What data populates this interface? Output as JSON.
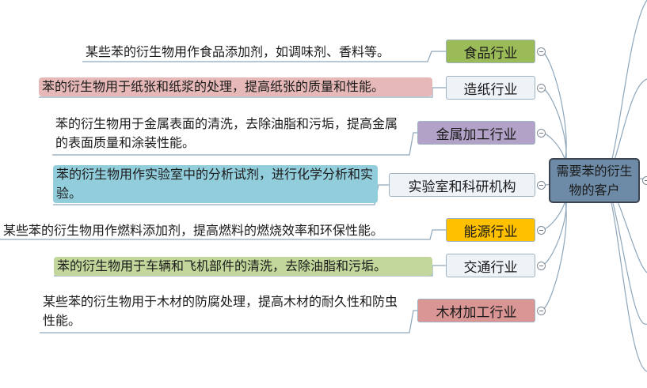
{
  "root": {
    "label": "需要苯的衍生物的客户"
  },
  "branches": [
    {
      "label": "食品行业",
      "color": "#9bbb59",
      "leaf": "某些苯的衍生物用作食品添加剂，如调味剂、香料等。",
      "leaf_bg": ""
    },
    {
      "label": "造纸行业",
      "color": "#eef3f8",
      "leaf": "苯的衍生物用于纸张和纸浆的处理，提高纸张的质量和性能。",
      "leaf_bg": "#e6b9b8"
    },
    {
      "label": "金属加工行业",
      "color": "#b2a2c7",
      "leaf": "苯的衍生物用于金属表面的清洗，去除油脂和污垢，提高金属的表面质量和涂装性能。",
      "leaf_bg": ""
    },
    {
      "label": "实验室和科研机构",
      "color": "#eef3f8",
      "leaf": "苯的衍生物用作实验室中的分析试剂，进行化学分析和实验。",
      "leaf_bg": "#92cddc"
    },
    {
      "label": "能源行业",
      "color": "#ffc000",
      "leaf": "某些苯的衍生物用作燃料添加剂，提高燃料的燃烧效率和环保性能。",
      "leaf_bg": ""
    },
    {
      "label": "交通行业",
      "color": "#eef3f8",
      "leaf": "苯的衍生物用于车辆和飞机部件的清洗，去除油脂和污垢。",
      "leaf_bg": "#c3d69b"
    },
    {
      "label": "木材加工行业",
      "color": "#d99694",
      "leaf": "某些苯的衍生物用于木材的防腐处理，提高木材的耐久性和防虫性能。",
      "leaf_bg": ""
    }
  ],
  "colors": {
    "line": "#8ea6ba",
    "root_fill": "#6d8aa6"
  }
}
